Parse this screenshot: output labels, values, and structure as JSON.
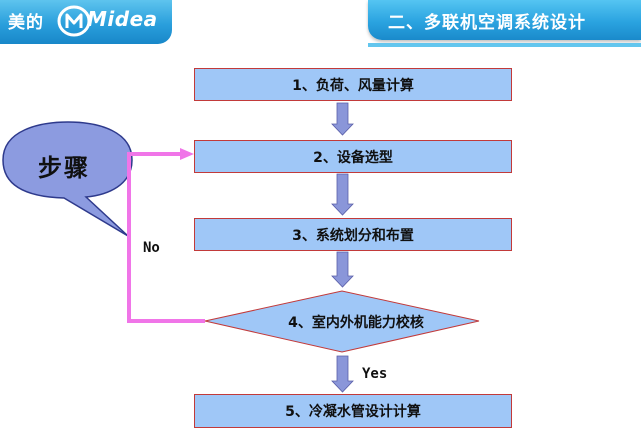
{
  "header": {
    "logo_cn": "美的",
    "logo_en": "Midea",
    "title": "二、多联机空调系统设计"
  },
  "callout": {
    "text": "步骤"
  },
  "flow": {
    "steps": [
      {
        "label": "1、负荷、风量计算"
      },
      {
        "label": "2、设备选型"
      },
      {
        "label": "3、系统划分和布置"
      },
      {
        "label": "4、室内外机能力校核"
      },
      {
        "label": "5、冷凝水管设计计算"
      }
    ],
    "no_label": "No",
    "yes_label": "Yes"
  },
  "colors": {
    "box_fill": "#9fc7f7",
    "box_border": "#c23a3a",
    "arrow_fill": "#8a96d9",
    "loop_line": "#f075e8",
    "callout_fill": "#8c9be0",
    "header_blue": "#2aa3e0"
  }
}
